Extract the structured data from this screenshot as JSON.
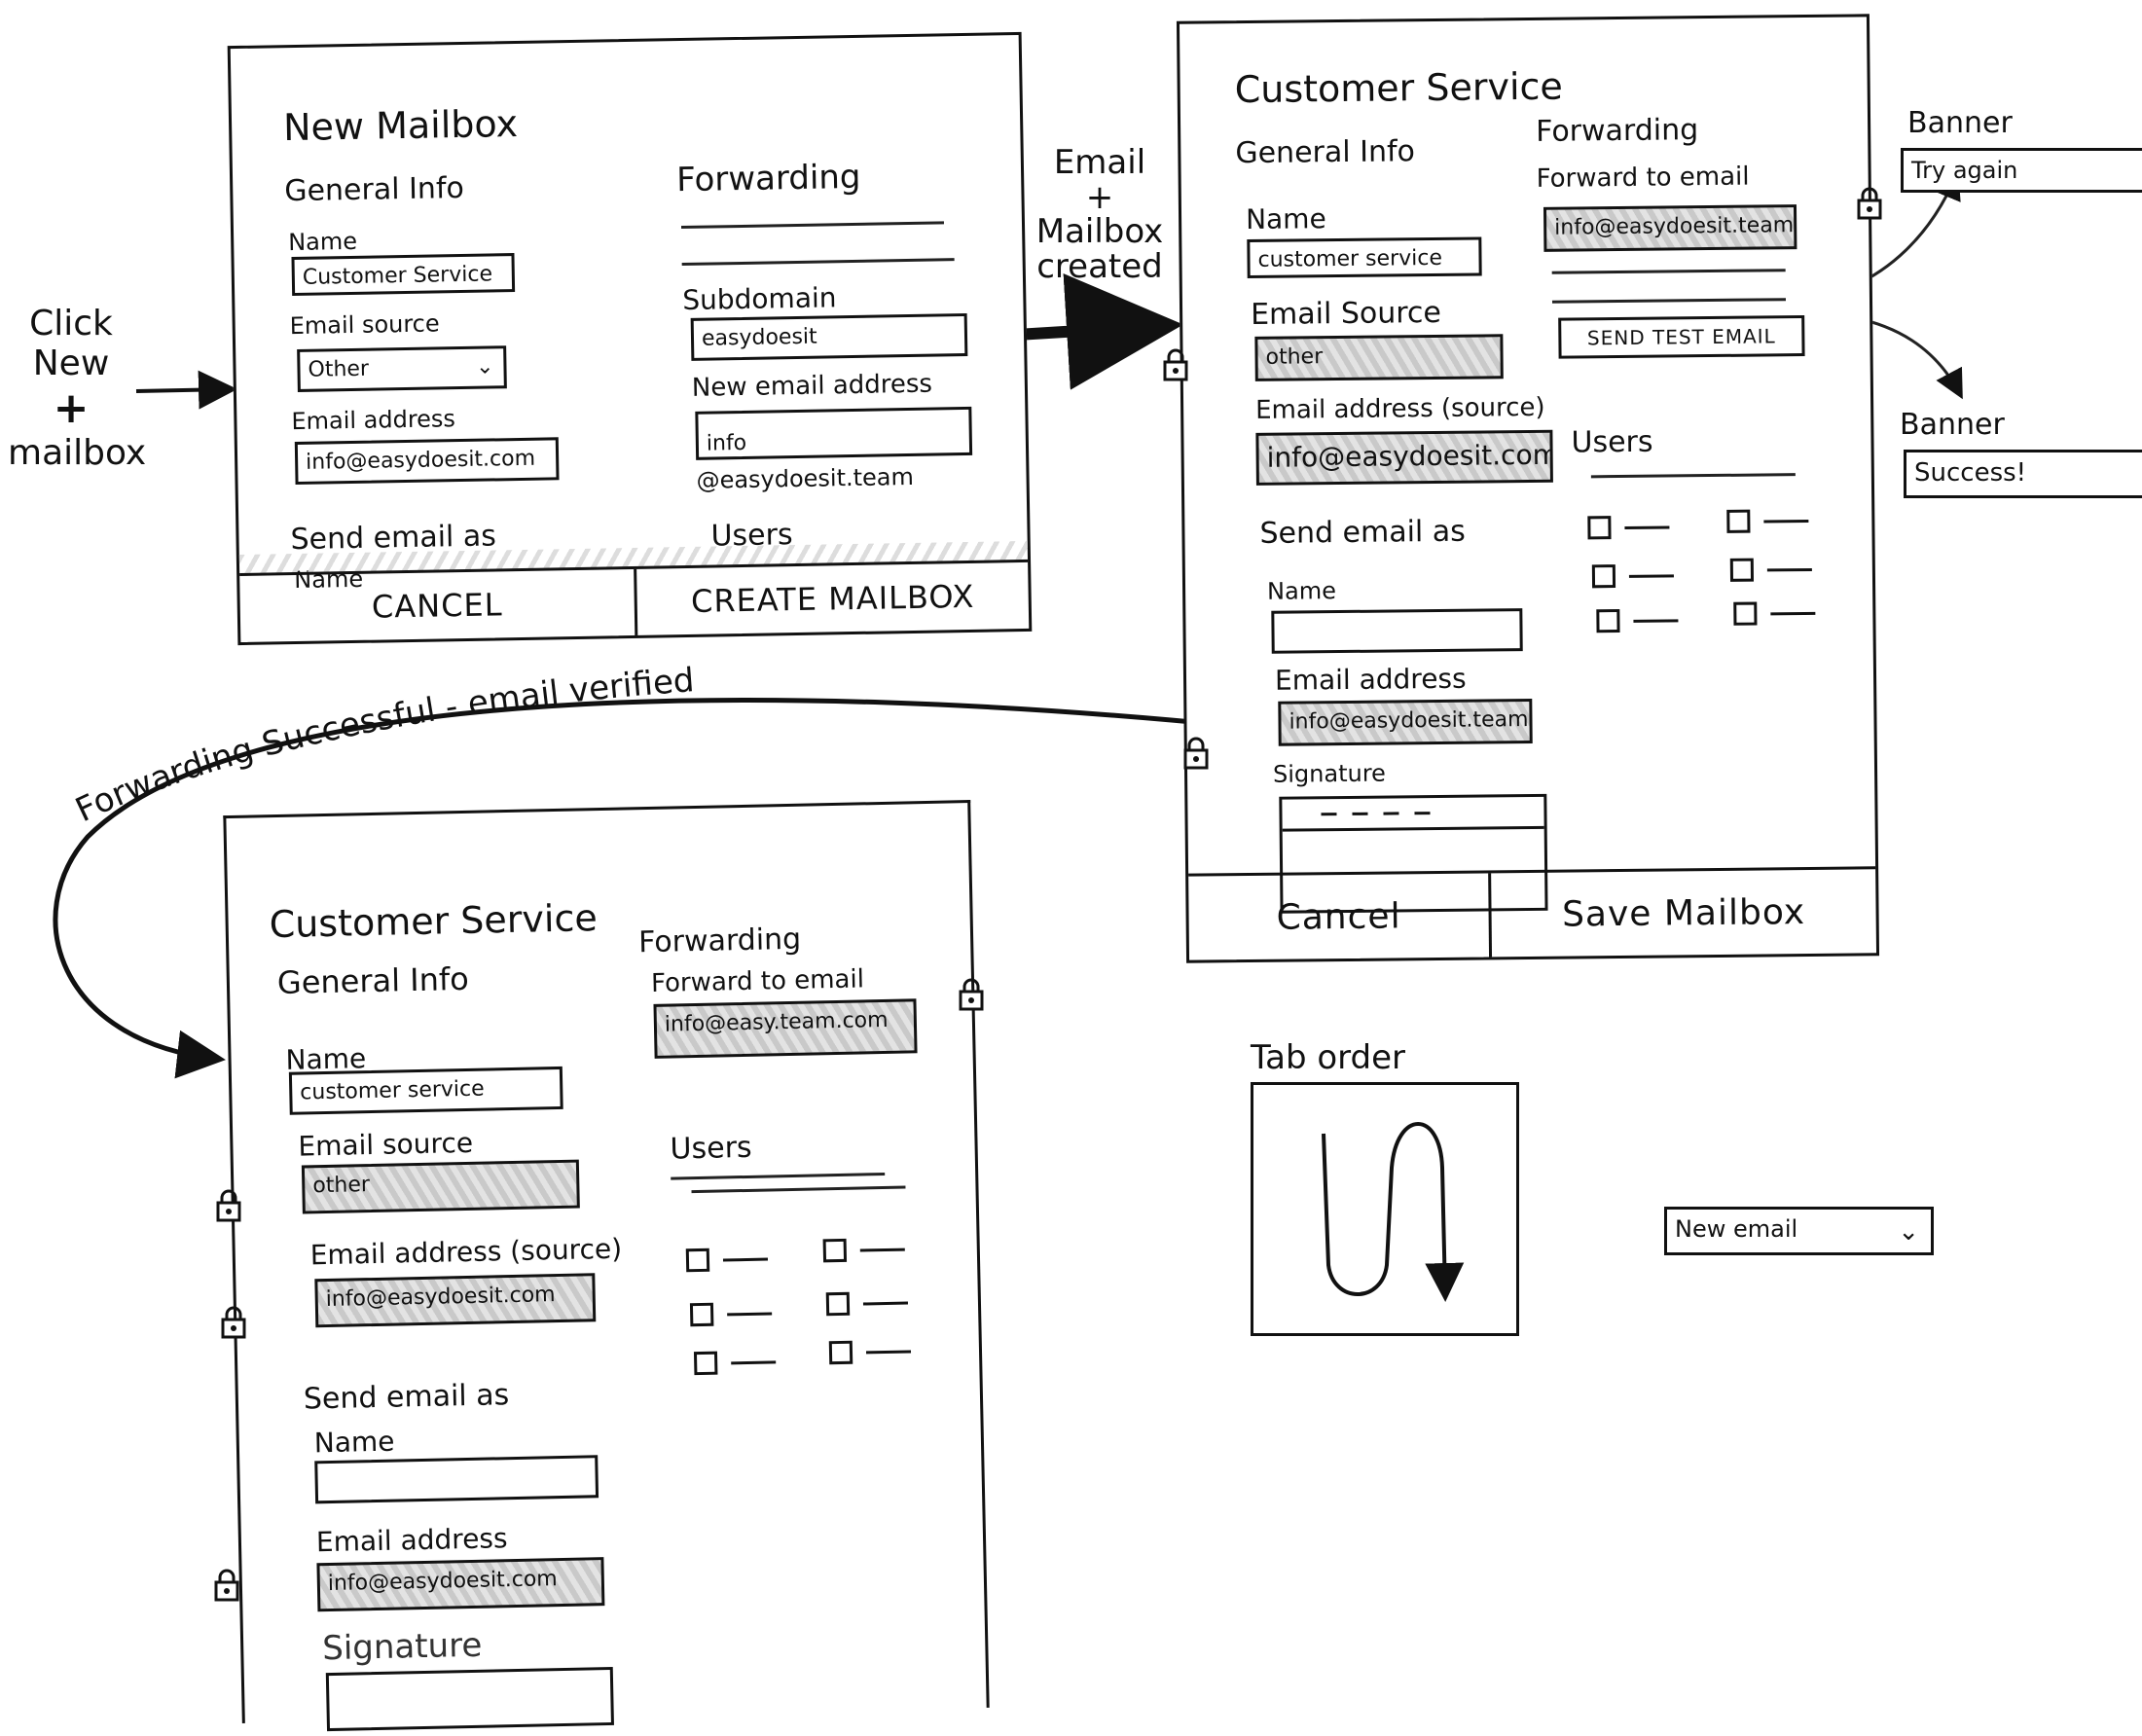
{
  "annotations": {
    "click_new": [
      "Click",
      "New",
      "+",
      "mailbox"
    ],
    "created": [
      "Email",
      "+",
      "Mailbox",
      "created"
    ],
    "forwarding_verified": "Forwarding Successful - email verified",
    "tab_order": "Tab order"
  },
  "new_mailbox": {
    "title": "New Mailbox",
    "general_info": "General Info",
    "name_label": "Name",
    "name_value": "Customer Service",
    "email_source_label": "Email source",
    "email_source_value": "Other",
    "email_address_label": "Email address",
    "email_address_value": "info@easydoesit.com",
    "send_as_label": "Send email as",
    "send_as_name_label": "Name",
    "forwarding": "Forwarding",
    "subdomain_label": "Subdomain",
    "subdomain_value": "easydoesit",
    "new_email_label": "New email address",
    "new_email_value": "info",
    "new_email_suffix": "@easydoesit.team",
    "users_label": "Users",
    "cancel": "CANCEL",
    "create": "CREATE MAILBOX"
  },
  "edit_mailbox": {
    "title": "Customer Service",
    "general_info": "General Info",
    "name_label": "Name",
    "name_value": "customer service",
    "email_source_label": "Email Source",
    "email_source_value": "other",
    "email_address_label": "Email address (source)",
    "email_address_value": "info@easydoesit.com",
    "send_as_label": "Send email as",
    "send_as_name_label": "Name",
    "send_as_email_label": "Email address",
    "send_as_email_value": "info@easydoesit.team",
    "signature_label": "Signature",
    "forwarding": "Forwarding",
    "forward_to_label": "Forward to email",
    "forward_to_value": "info@easydoesit.team",
    "send_test": "SEND TEST EMAIL",
    "users_label": "Users",
    "cancel": "Cancel",
    "save": "Save Mailbox"
  },
  "banners": {
    "label": "Banner",
    "error_value": "Try again",
    "success_value": "Success!"
  },
  "verified_mailbox": {
    "title": "Customer Service",
    "general_info": "General Info",
    "name_label": "Name",
    "name_value": "customer service",
    "email_source_label": "Email source",
    "email_source_value": "other",
    "email_address_label": "Email address (source)",
    "email_address_value": "info@easydoesit.com",
    "send_as_label": "Send email as",
    "send_as_name_label": "Name",
    "send_as_email_label": "Email address",
    "send_as_email_value": "info@easydoesit.com",
    "signature_label": "Signature",
    "forwarding": "Forwarding",
    "forward_to_label": "Forward to email",
    "forward_to_value": "info@easy.team.com",
    "users_label": "Users"
  },
  "dropdown": {
    "value": "New email",
    "icon": "chevron-down-icon"
  },
  "icons": {
    "lock": "lock-icon",
    "arrow": "arrow-icon"
  }
}
